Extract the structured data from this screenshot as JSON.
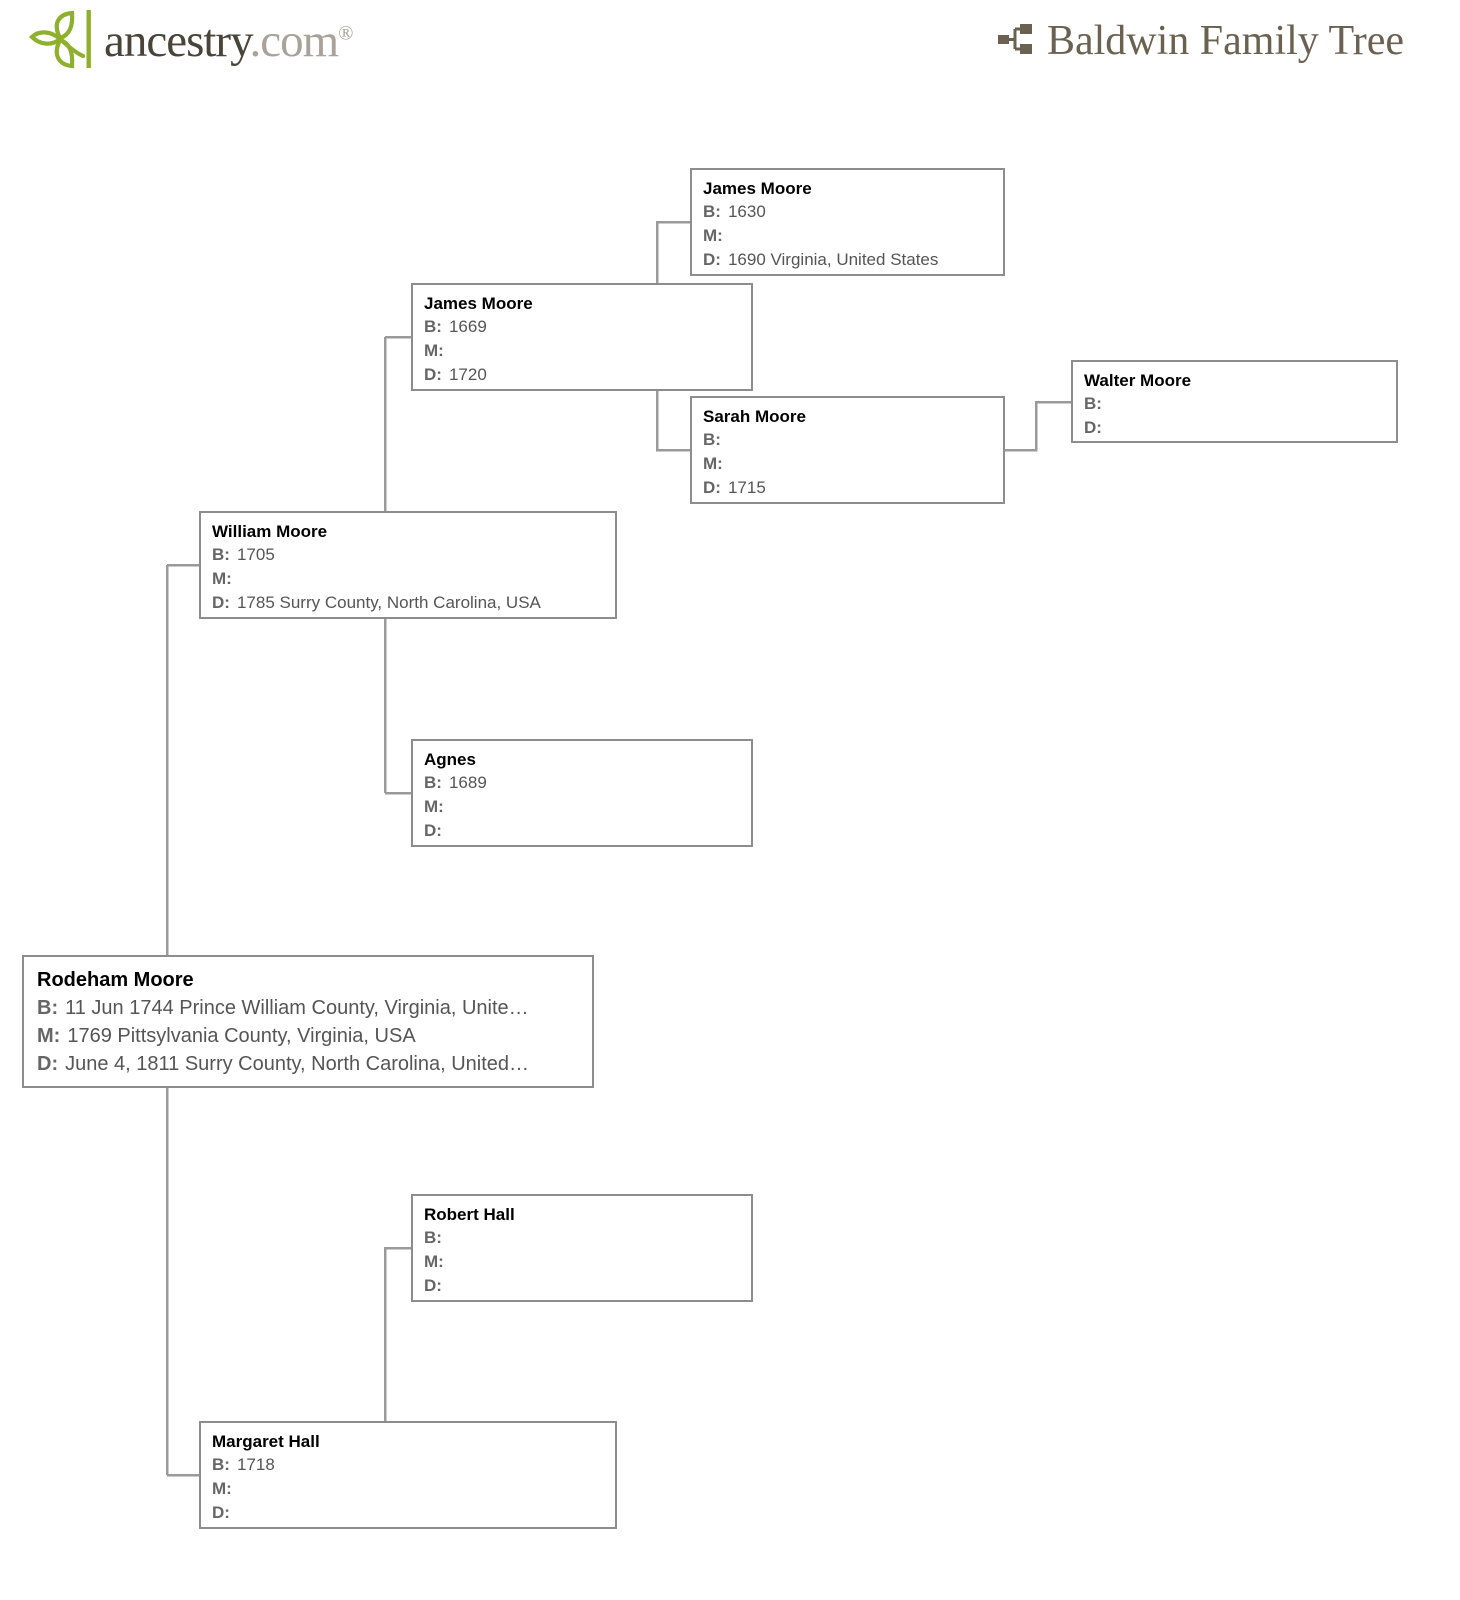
{
  "header": {
    "logo": {
      "icon": "ancestry-leaf-icon",
      "word_primary": "ancestry",
      "word_secondary": ".com",
      "registered_mark": "®"
    },
    "tree_icon": "tree-hierarchy-icon",
    "tree_title": "Baldwin Family Tree"
  },
  "labels": {
    "birth": "B:",
    "marriage": "M:",
    "death": "D:"
  },
  "people": [
    {
      "id": "james-moore-1630",
      "name": "James Moore",
      "birth": "1630",
      "marriage": "",
      "death": "1690 Virginia, United States"
    },
    {
      "id": "james-moore-1669",
      "name": "James Moore",
      "birth": "1669",
      "marriage": "",
      "death": "1720"
    },
    {
      "id": "sarah-moore",
      "name": "Sarah Moore",
      "birth": "",
      "marriage": "",
      "death": "1715"
    },
    {
      "id": "walter-moore",
      "name": "Walter Moore",
      "birth": "",
      "marriage": null,
      "death": ""
    },
    {
      "id": "william-moore-1705",
      "name": "William Moore",
      "birth": "1705",
      "marriage": "",
      "death": "1785 Surry County, North Carolina, USA"
    },
    {
      "id": "agnes-1689",
      "name": "Agnes",
      "birth": "1689",
      "marriage": "",
      "death": ""
    },
    {
      "id": "rodeham-moore-1744",
      "name": "Rodeham Moore",
      "birth": "11 Jun 1744 Prince William County, Virginia, Unite…",
      "marriage": "1769 Pittsylvania County, Virginia, USA",
      "death": "June 4, 1811 Surry County, North Carolina, United…"
    },
    {
      "id": "robert-hall",
      "name": "Robert Hall",
      "birth": "",
      "marriage": "",
      "death": ""
    },
    {
      "id": "margaret-hall-1718",
      "name": "Margaret Hall",
      "birth": "1718",
      "marriage": "",
      "death": ""
    }
  ],
  "colors": {
    "box_border": "#8d8d8d",
    "connector": "#9a9a9a",
    "name_text": "#000000",
    "value_text": "#555555",
    "label_text": "#666666",
    "logo_green": "#8fb02c",
    "logo_dark": "#4a4338",
    "title_brown": "#6b6150"
  }
}
